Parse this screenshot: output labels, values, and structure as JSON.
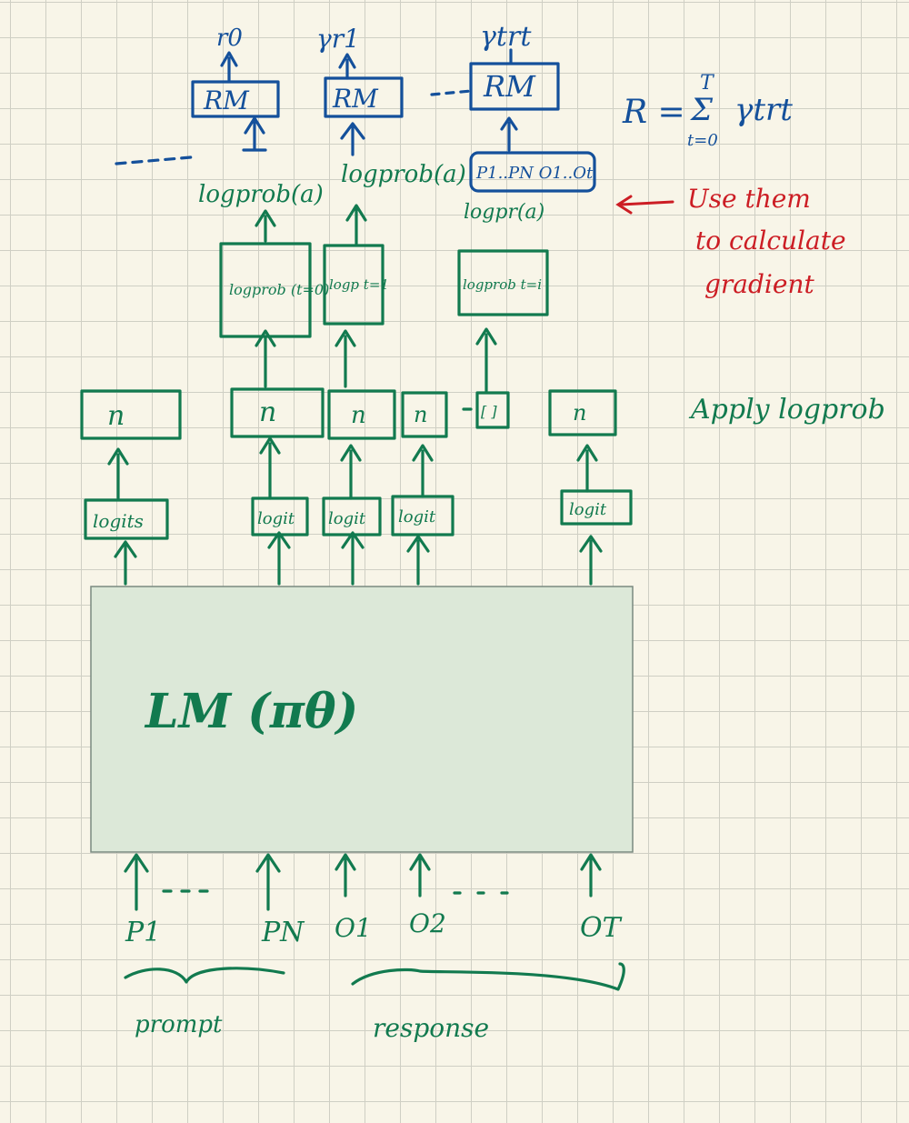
{
  "lm": {
    "label": "LM (πθ)"
  },
  "inputs": {
    "tokens": [
      "P1",
      "PN",
      "O1",
      "O2",
      "OT"
    ],
    "prompt_label": "prompt",
    "response_label": "response"
  },
  "logits_boxes": [
    "logits",
    "logit",
    "logit",
    "logit",
    "logit"
  ],
  "softmax_boxes": [
    "n",
    "n",
    "n",
    "n",
    "[ ]",
    "n"
  ],
  "apply_note": "Apply logprob",
  "logprob_boxes": [
    "logprob (t=0)",
    "logp t=1",
    "logprob t=i"
  ],
  "logprob_outputs": [
    "logprob(a)",
    "logprob(a)",
    "logpr(a)"
  ],
  "state_box": "P1..PN O1..Ot",
  "rm_label": "RM",
  "rewards": [
    "r0",
    "γr1",
    "γtrt"
  ],
  "formula": {
    "lhs": "R =",
    "sum_top": "T",
    "sum_sign": "Σ",
    "sum_bottom": "t=0",
    "term": "γtrt"
  },
  "note_red": [
    "Use them",
    "to calculate",
    "gradient"
  ],
  "colors": {
    "green": "#127a4f",
    "blue": "#14509b",
    "red": "#cc1d24",
    "box_fill": "#dce8d8",
    "paper": "#f8f5e8"
  }
}
